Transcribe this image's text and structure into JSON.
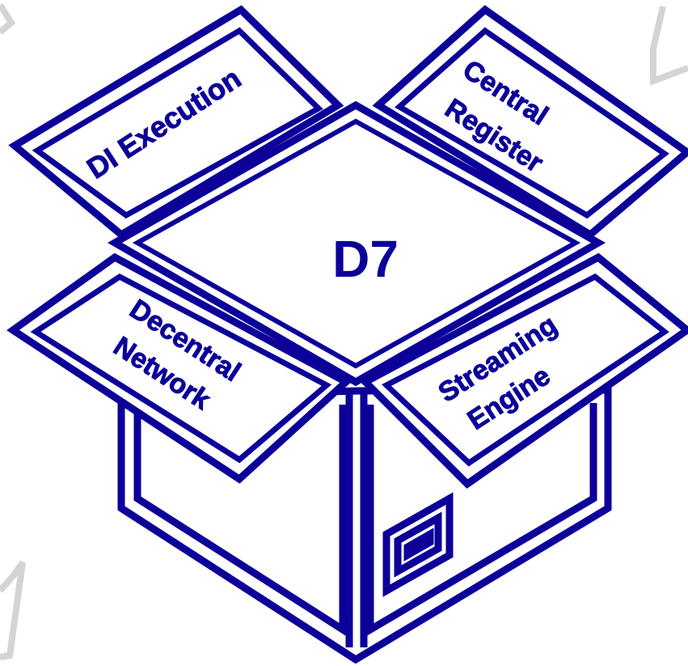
{
  "center_label": "D7",
  "flaps": {
    "top_left": "DI Execution",
    "top_right_line1": "Central",
    "top_right_line2": "Register",
    "bottom_left_line1": "Decentral",
    "bottom_left_line2": "Network",
    "bottom_right_line1": "Streaming",
    "bottom_right_line2": "Engine"
  },
  "colors": {
    "stroke": "#0c0099",
    "ghost": "#d4d4d4",
    "background": "#ffffff"
  }
}
